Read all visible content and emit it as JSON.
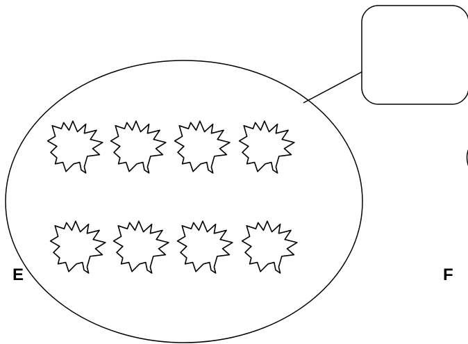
{
  "labels": {
    "left": "E",
    "right": "F"
  },
  "groups": {
    "rows": 2,
    "leaves_per_row": 4,
    "total_leaves": 8,
    "leaf_icon": "maple-leaf-icon"
  },
  "answer_box": {
    "value": ""
  },
  "colors": {
    "stroke": "#000000",
    "background": "#ffffff"
  }
}
